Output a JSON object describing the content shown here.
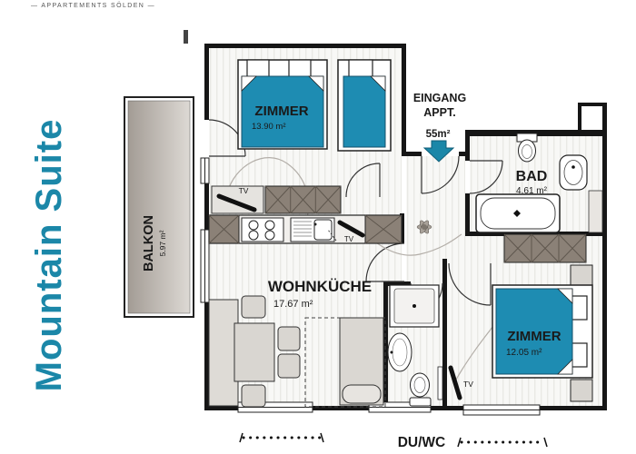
{
  "header": {
    "text": "— APPARTEMENTS SÖLDEN —"
  },
  "title": {
    "text": "Mountain Suite",
    "color": "#1b87a8"
  },
  "plan": {
    "entrance": {
      "line1": "EINGANG",
      "line2": "APPT.",
      "area": "55m²"
    },
    "rooms": {
      "bedroom1": {
        "name": "ZIMMER",
        "area": "13.90 m²"
      },
      "bathroom": {
        "name": "BAD",
        "area": "4.61 m²"
      },
      "living_kitchen": {
        "name": "WOHNKÜCHE",
        "area": "17.67 m²"
      },
      "bedroom2": {
        "name": "ZIMMER",
        "area": "12.05 m²"
      },
      "balcony": {
        "name": "BALKON",
        "area": "5.97 m²"
      },
      "shower_wc": {
        "name": "DU/WC"
      }
    },
    "labels": {
      "tv1": "TV",
      "tv2": "TV",
      "tv3": "TV"
    },
    "colors": {
      "bed": "#1e8cb2",
      "arrow": "#1b87a8",
      "wardrobe": "#8b8177",
      "wall": "#161616"
    }
  }
}
